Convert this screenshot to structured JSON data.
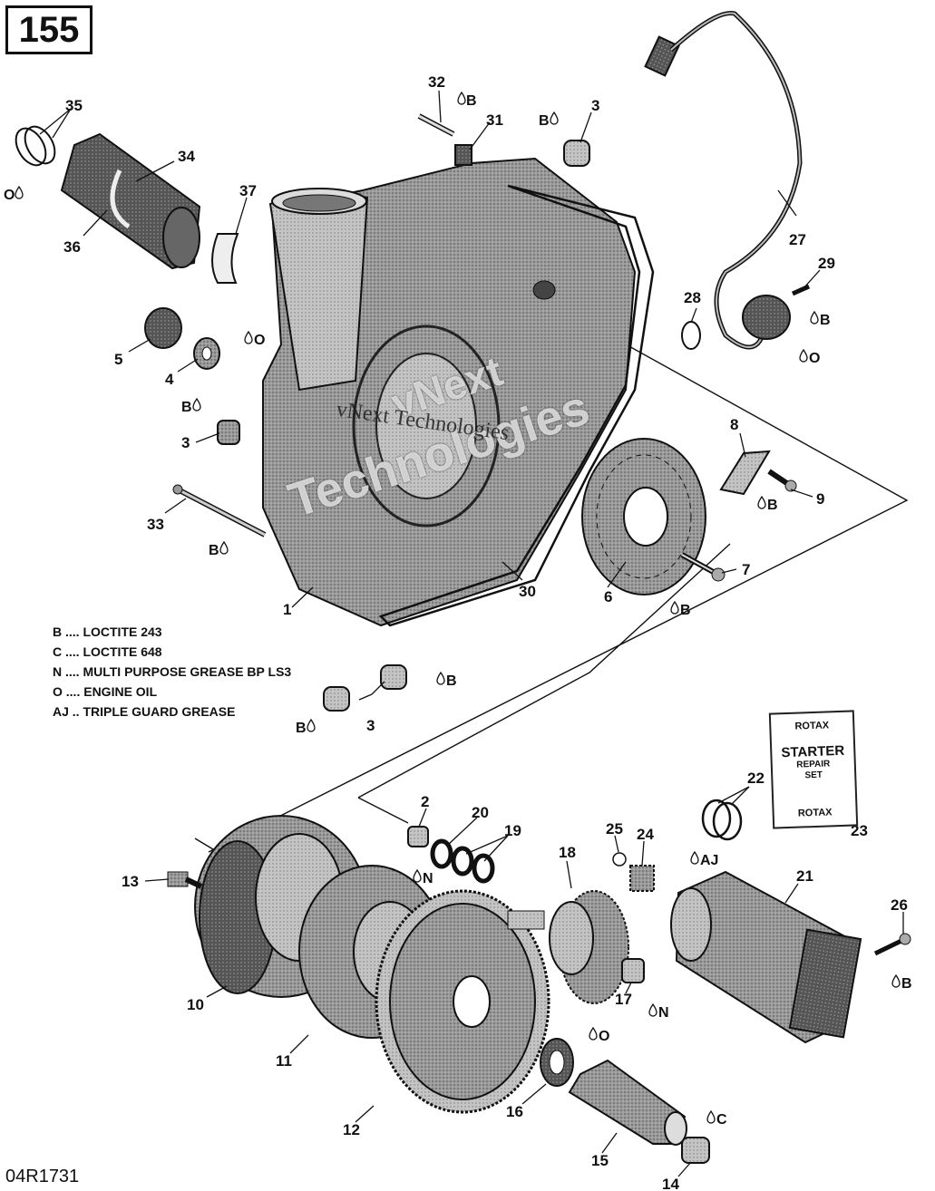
{
  "page_number": "155",
  "figure_id": "04R1731",
  "legend": [
    "B .... LOCTITE 243",
    "C .... LOCTITE 648",
    "N .... MULTI PURPOSE GREASE BP LS3",
    "O .... ENGINE OIL",
    "AJ .. TRIPLE GUARD GREASE"
  ],
  "card": {
    "brand_top": "ROTAX",
    "title": "STARTER",
    "line1": "REPAIR",
    "line2": "SET",
    "brand_bottom": "ROTAX"
  },
  "watermark": {
    "line1": "vNext",
    "line2": "Technologies",
    "line3": "vNext Technologies"
  },
  "callouts": {
    "c1": "1",
    "c2": "2",
    "c3a": "3",
    "c3b": "3",
    "c3c": "3",
    "c4": "4",
    "c5": "5",
    "c6": "6",
    "c7": "7",
    "c8": "8",
    "c9": "9",
    "c10": "10",
    "c11": "11",
    "c12": "12",
    "c13": "13",
    "c14": "14",
    "c15": "15",
    "c16": "16",
    "c17": "17",
    "c18": "18",
    "c19": "19",
    "c20": "20",
    "c21": "21",
    "c22": "22",
    "c23": "23",
    "c24": "24",
    "c25": "25",
    "c26": "26",
    "c27": "27",
    "c28": "28",
    "c29": "29",
    "c30": "30",
    "c31": "31",
    "c32": "32",
    "c33": "33",
    "c34": "34",
    "c35": "35",
    "c36": "36",
    "c37": "37"
  },
  "markers": {
    "m_b32": "B",
    "m_b3top": "B",
    "m_o35": "O",
    "m_o4": "O",
    "m_b3left": "B",
    "m_b33": "B",
    "m_b29": "B",
    "m_o29": "O",
    "m_b9": "B",
    "m_b7": "B",
    "m_b3mid1": "B",
    "m_b3mid2": "B",
    "m_n2": "N",
    "m_aj21": "AJ",
    "m_b26": "B",
    "m_n17": "N",
    "m_o16": "O",
    "m_c14": "C"
  }
}
